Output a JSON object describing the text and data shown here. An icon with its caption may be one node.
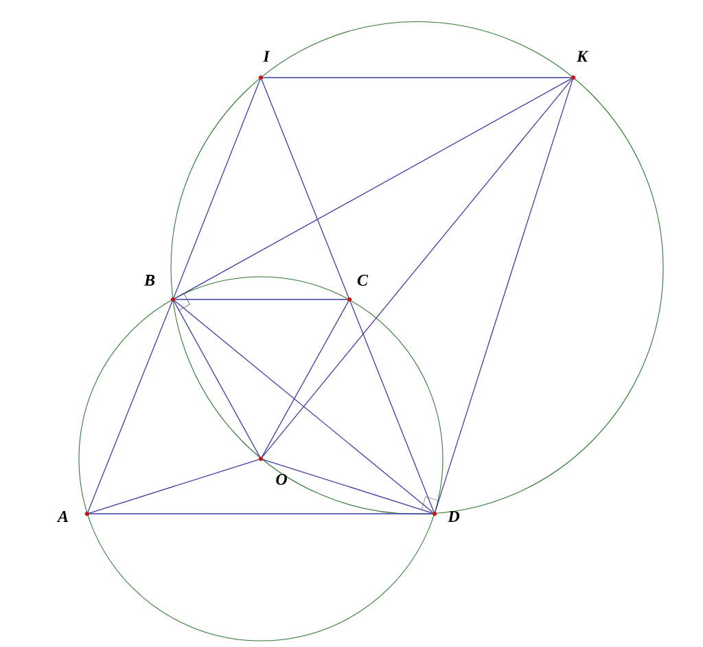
{
  "diagram": {
    "nodes": [
      {
        "text": [
          "I"
        ]
      },
      {
        "text": [
          "K"
        ]
      },
      {
        "text": [
          "B"
        ]
      },
      {
        "text": [
          "C"
        ]
      },
      {
        "text": [
          "O"
        ]
      },
      {
        "text": [
          "A"
        ]
      },
      {
        "text": [
          "D"
        ]
      }
    ],
    "edges": [
      {
        "from": 0,
        "to": 1,
        "arrow": "none"
      },
      {
        "from": 0,
        "to": 2,
        "arrow": "none"
      },
      {
        "from": 0,
        "to": 3,
        "arrow": "none"
      },
      {
        "from": 3,
        "to": 6,
        "arrow": "none"
      },
      {
        "from": 2,
        "to": 1,
        "arrow": "none"
      },
      {
        "from": 4,
        "to": 1,
        "arrow": "none"
      },
      {
        "from": 6,
        "to": 1,
        "arrow": "none"
      },
      {
        "from": 2,
        "to": 3,
        "arrow": "none"
      },
      {
        "from": 2,
        "to": 5,
        "arrow": "none"
      },
      {
        "from": 2,
        "to": 4,
        "arrow": "none"
      },
      {
        "from": 2,
        "to": 6,
        "arrow": "none"
      },
      {
        "from": 3,
        "to": 4,
        "arrow": "none"
      },
      {
        "from": 5,
        "to": 4,
        "arrow": "none"
      },
      {
        "from": 4,
        "to": 6,
        "arrow": "none"
      },
      {
        "from": 5,
        "to": 6,
        "arrow": "none"
      }
    ]
  }
}
